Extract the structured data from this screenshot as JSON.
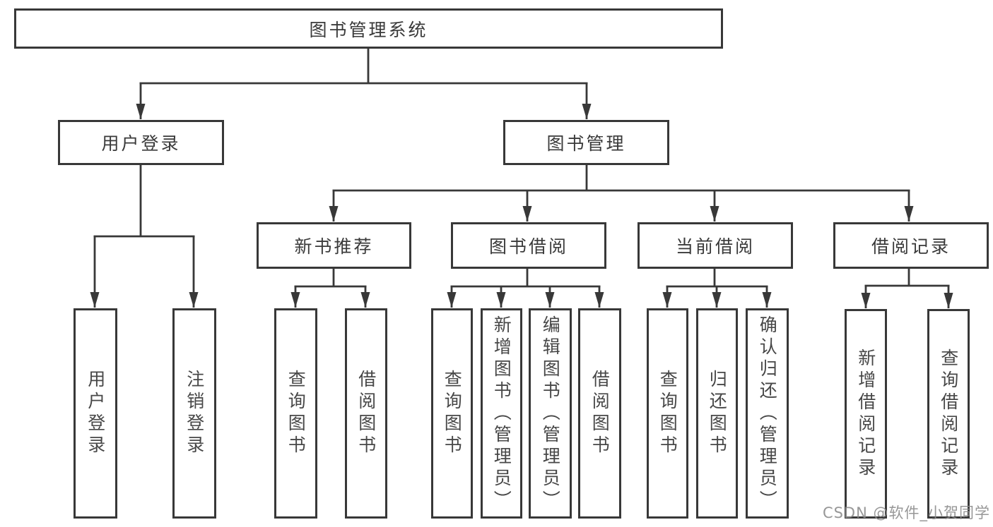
{
  "colors": {
    "line": "#383838",
    "box_border": "#383838",
    "text": "#3a3a3a",
    "watermark": "#8c8c8c",
    "background": "#ffffff"
  },
  "watermark": {
    "text": "CSDN @软件_小贺同学"
  },
  "tree": {
    "root": {
      "label": "图书管理系统"
    },
    "branches": [
      {
        "label": "用户登录",
        "leaves": [
          {
            "label": "用户登录"
          },
          {
            "label": "注销登录"
          }
        ]
      },
      {
        "label": "图书管理",
        "groups": [
          {
            "label": "新书推荐",
            "leaves": [
              {
                "label": "查询图书"
              },
              {
                "label": "借阅图书"
              }
            ]
          },
          {
            "label": "图书借阅",
            "leaves": [
              {
                "label": "查询图书"
              },
              {
                "label": "新增图书（管理员）"
              },
              {
                "label": "编辑图书（管理员）"
              },
              {
                "label": "借阅图书"
              }
            ]
          },
          {
            "label": "当前借阅",
            "leaves": [
              {
                "label": "查询图书"
              },
              {
                "label": "归还图书"
              },
              {
                "label": "确认归还（管理员）"
              }
            ]
          },
          {
            "label": "借阅记录",
            "leaves": [
              {
                "label": "新增借阅记录"
              },
              {
                "label": "查询借阅记录"
              }
            ]
          }
        ]
      }
    ]
  }
}
